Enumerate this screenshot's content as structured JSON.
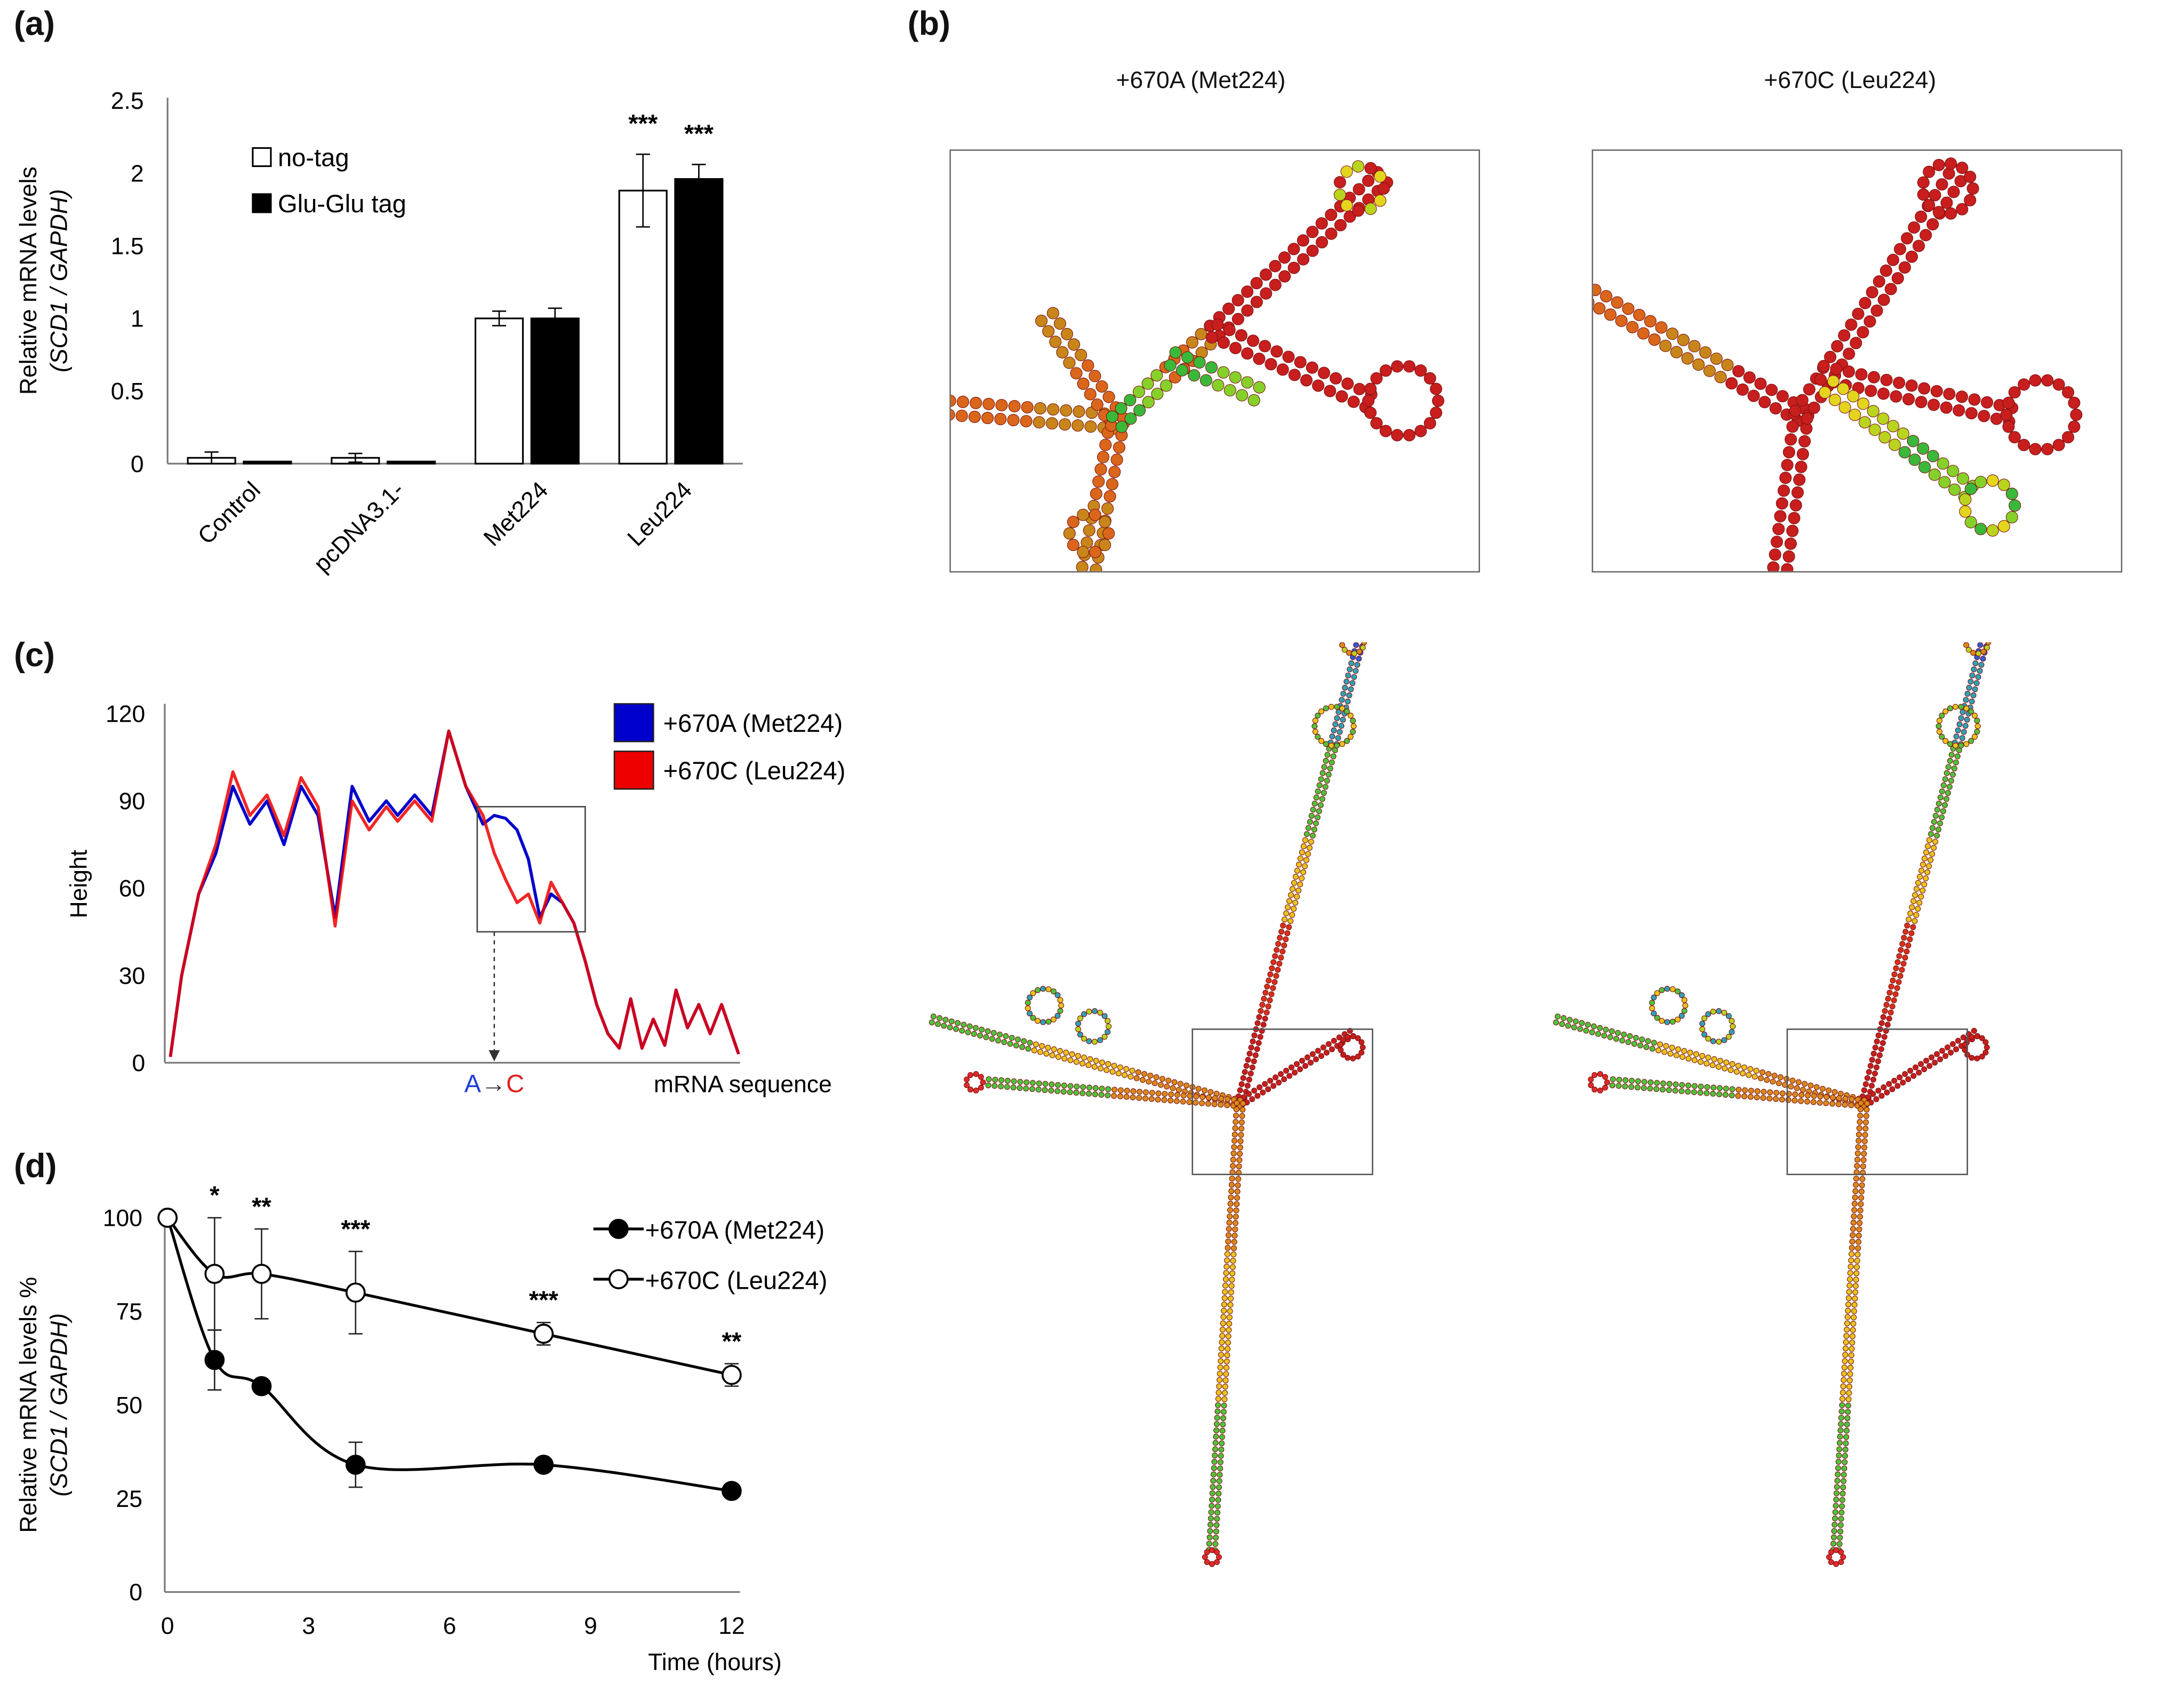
{
  "panels": {
    "a": "(a)",
    "b": "(b)",
    "c": "(c)",
    "d": "(d)"
  },
  "chart_data": [
    {
      "panel": "(a)",
      "type": "bar",
      "ylabel_line1": "Relative mRNA levels",
      "ylabel_line2": "(SCD1 / GAPDH)",
      "categories": [
        "Control",
        "pcDNA3.1-",
        "Met224",
        "Leu224"
      ],
      "series": [
        {
          "name": "no-tag",
          "fill": "#ffffff",
          "values": [
            0.04,
            0.04,
            1.0,
            1.88
          ],
          "errors": [
            0.04,
            0.03,
            0.05,
            0.25
          ]
        },
        {
          "name": "Glu-Glu tag",
          "fill": "#000000",
          "values": [
            0.0,
            0.0,
            1.0,
            1.96
          ],
          "errors": [
            0.0,
            0.0,
            0.07,
            0.1
          ]
        }
      ],
      "significance": [
        "",
        "",
        "",
        "***"
      ],
      "significance_tag": [
        "",
        "",
        "",
        "***"
      ],
      "yticks": [
        "0",
        "0.5",
        "1",
        "1.5",
        "2",
        "2.5"
      ],
      "ylim": [
        0,
        2.5
      ]
    },
    {
      "panel": "(c)",
      "type": "line",
      "ylabel": "Height",
      "xlabel": "mRNA sequence",
      "yticks": [
        "0",
        "30",
        "60",
        "90",
        "120"
      ],
      "ylim": [
        0,
        120
      ],
      "xlim": [
        0,
        100
      ],
      "mutation_label_from": "A",
      "mutation_arrow": "→",
      "mutation_label_to": "C",
      "mutation_x": 57,
      "highlight_box_x": [
        54,
        73
      ],
      "highlight_box_y": [
        45,
        88
      ],
      "series": [
        {
          "name": "+670A (Met224)",
          "color": "#0000cc",
          "x": [
            0,
            2,
            5,
            8,
            11,
            14,
            17,
            20,
            23,
            26,
            29,
            32,
            35,
            38,
            40,
            43,
            46,
            49,
            52,
            55,
            57,
            59,
            61,
            63,
            65,
            67,
            69,
            71,
            73,
            75,
            77,
            79,
            81,
            83,
            85,
            87,
            89,
            91,
            93,
            95,
            97,
            100
          ],
          "y": [
            2,
            30,
            58,
            72,
            95,
            82,
            90,
            75,
            95,
            85,
            50,
            95,
            83,
            90,
            85,
            92,
            85,
            114,
            95,
            82,
            85,
            84,
            80,
            70,
            50,
            58,
            55,
            48,
            35,
            20,
            10,
            5,
            22,
            5,
            15,
            6,
            25,
            12,
            20,
            10,
            20,
            3
          ]
        },
        {
          "name": "+670C (Leu224)",
          "color": "#ee0000",
          "x": [
            0,
            2,
            5,
            8,
            11,
            14,
            17,
            20,
            23,
            26,
            29,
            32,
            35,
            38,
            40,
            43,
            46,
            49,
            52,
            55,
            57,
            59,
            61,
            63,
            65,
            67,
            69,
            71,
            73,
            75,
            77,
            79,
            81,
            83,
            85,
            87,
            89,
            91,
            93,
            95,
            97,
            100
          ],
          "y": [
            2,
            30,
            58,
            75,
            100,
            85,
            92,
            78,
            98,
            88,
            47,
            90,
            80,
            88,
            83,
            90,
            83,
            114,
            95,
            85,
            72,
            63,
            55,
            58,
            48,
            62,
            55,
            48,
            35,
            20,
            10,
            5,
            22,
            5,
            15,
            6,
            25,
            12,
            20,
            10,
            20,
            3
          ]
        }
      ]
    },
    {
      "panel": "(d)",
      "type": "line",
      "ylabel_line1": "Relative mRNA levels %",
      "ylabel_line2": "(SCD1 / GAPDH)",
      "xlabel": "Time (hours)",
      "xticks": [
        "0",
        "3",
        "6",
        "9",
        "12"
      ],
      "yticks": [
        "0",
        "25",
        "50",
        "75",
        "100"
      ],
      "xlim": [
        0,
        12
      ],
      "ylim": [
        0,
        100
      ],
      "series": [
        {
          "name": "+670A (Met224)",
          "marker": "filled",
          "x": [
            0,
            1,
            2,
            4,
            8,
            12
          ],
          "y": [
            100,
            62,
            55,
            34,
            34,
            27
          ],
          "errors": [
            0,
            8,
            1,
            6,
            1,
            1
          ]
        },
        {
          "name": "+670C (Leu224)",
          "marker": "open",
          "x": [
            0,
            1,
            2,
            4,
            8,
            12
          ],
          "y": [
            100,
            85,
            85,
            80,
            69,
            58
          ],
          "errors": [
            0,
            15,
            12,
            11,
            3,
            3
          ]
        }
      ],
      "significance": [
        "",
        "*",
        "**",
        "***",
        "***",
        "**"
      ]
    }
  ],
  "panel_b": {
    "left_title": "+670A (Met224)",
    "right_title": "+670C (Leu224)"
  }
}
